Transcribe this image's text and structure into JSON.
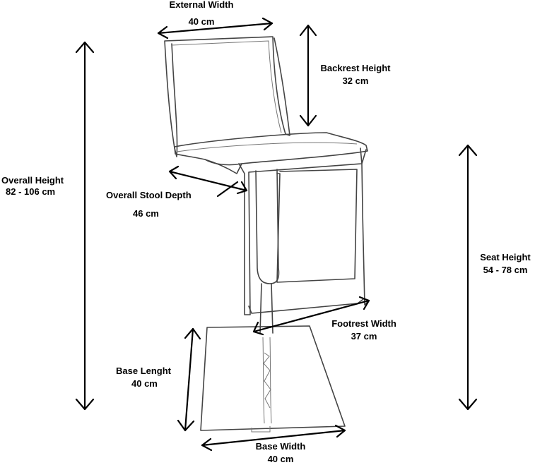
{
  "labels": {
    "external_width": {
      "name": "External Width",
      "value": "40 cm"
    },
    "backrest_height": {
      "name": "Backrest Height",
      "value": "32 cm"
    },
    "overall_height": {
      "name": "Overall Height",
      "value": "82 - 106 cm"
    },
    "overall_stool_depth": {
      "name": "Overall Stool Depth",
      "value": "46 cm"
    },
    "seat_height": {
      "name": "Seat Height",
      "value": "54 - 78 cm"
    },
    "footrest_width": {
      "name": "Footrest Width",
      "value": "37 cm"
    },
    "base_length": {
      "name": "Base Lenght",
      "value": "40 cm"
    },
    "base_width": {
      "name": "Base Width",
      "value": "40 cm"
    }
  }
}
